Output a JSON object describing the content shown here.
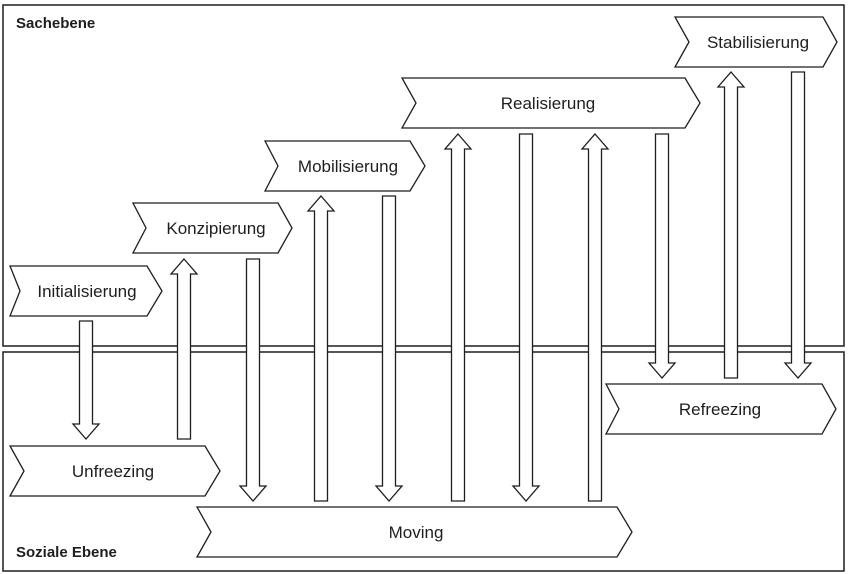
{
  "regions": {
    "top": "Sachebene",
    "bottom": "Soziale Ebene"
  },
  "phases": {
    "initialisierung": "Initialisierung",
    "konzipierung": "Konzipierung",
    "mobilisierung": "Mobilisierung",
    "realisierung": "Realisierung",
    "stabilisierung": "Stabilisierung"
  },
  "social": {
    "unfreezing": "Unfreezing",
    "moving": "Moving",
    "refreezing": "Refreezing"
  },
  "colors": {
    "stroke": "#1e1e1e",
    "fill": "#ffffff"
  }
}
